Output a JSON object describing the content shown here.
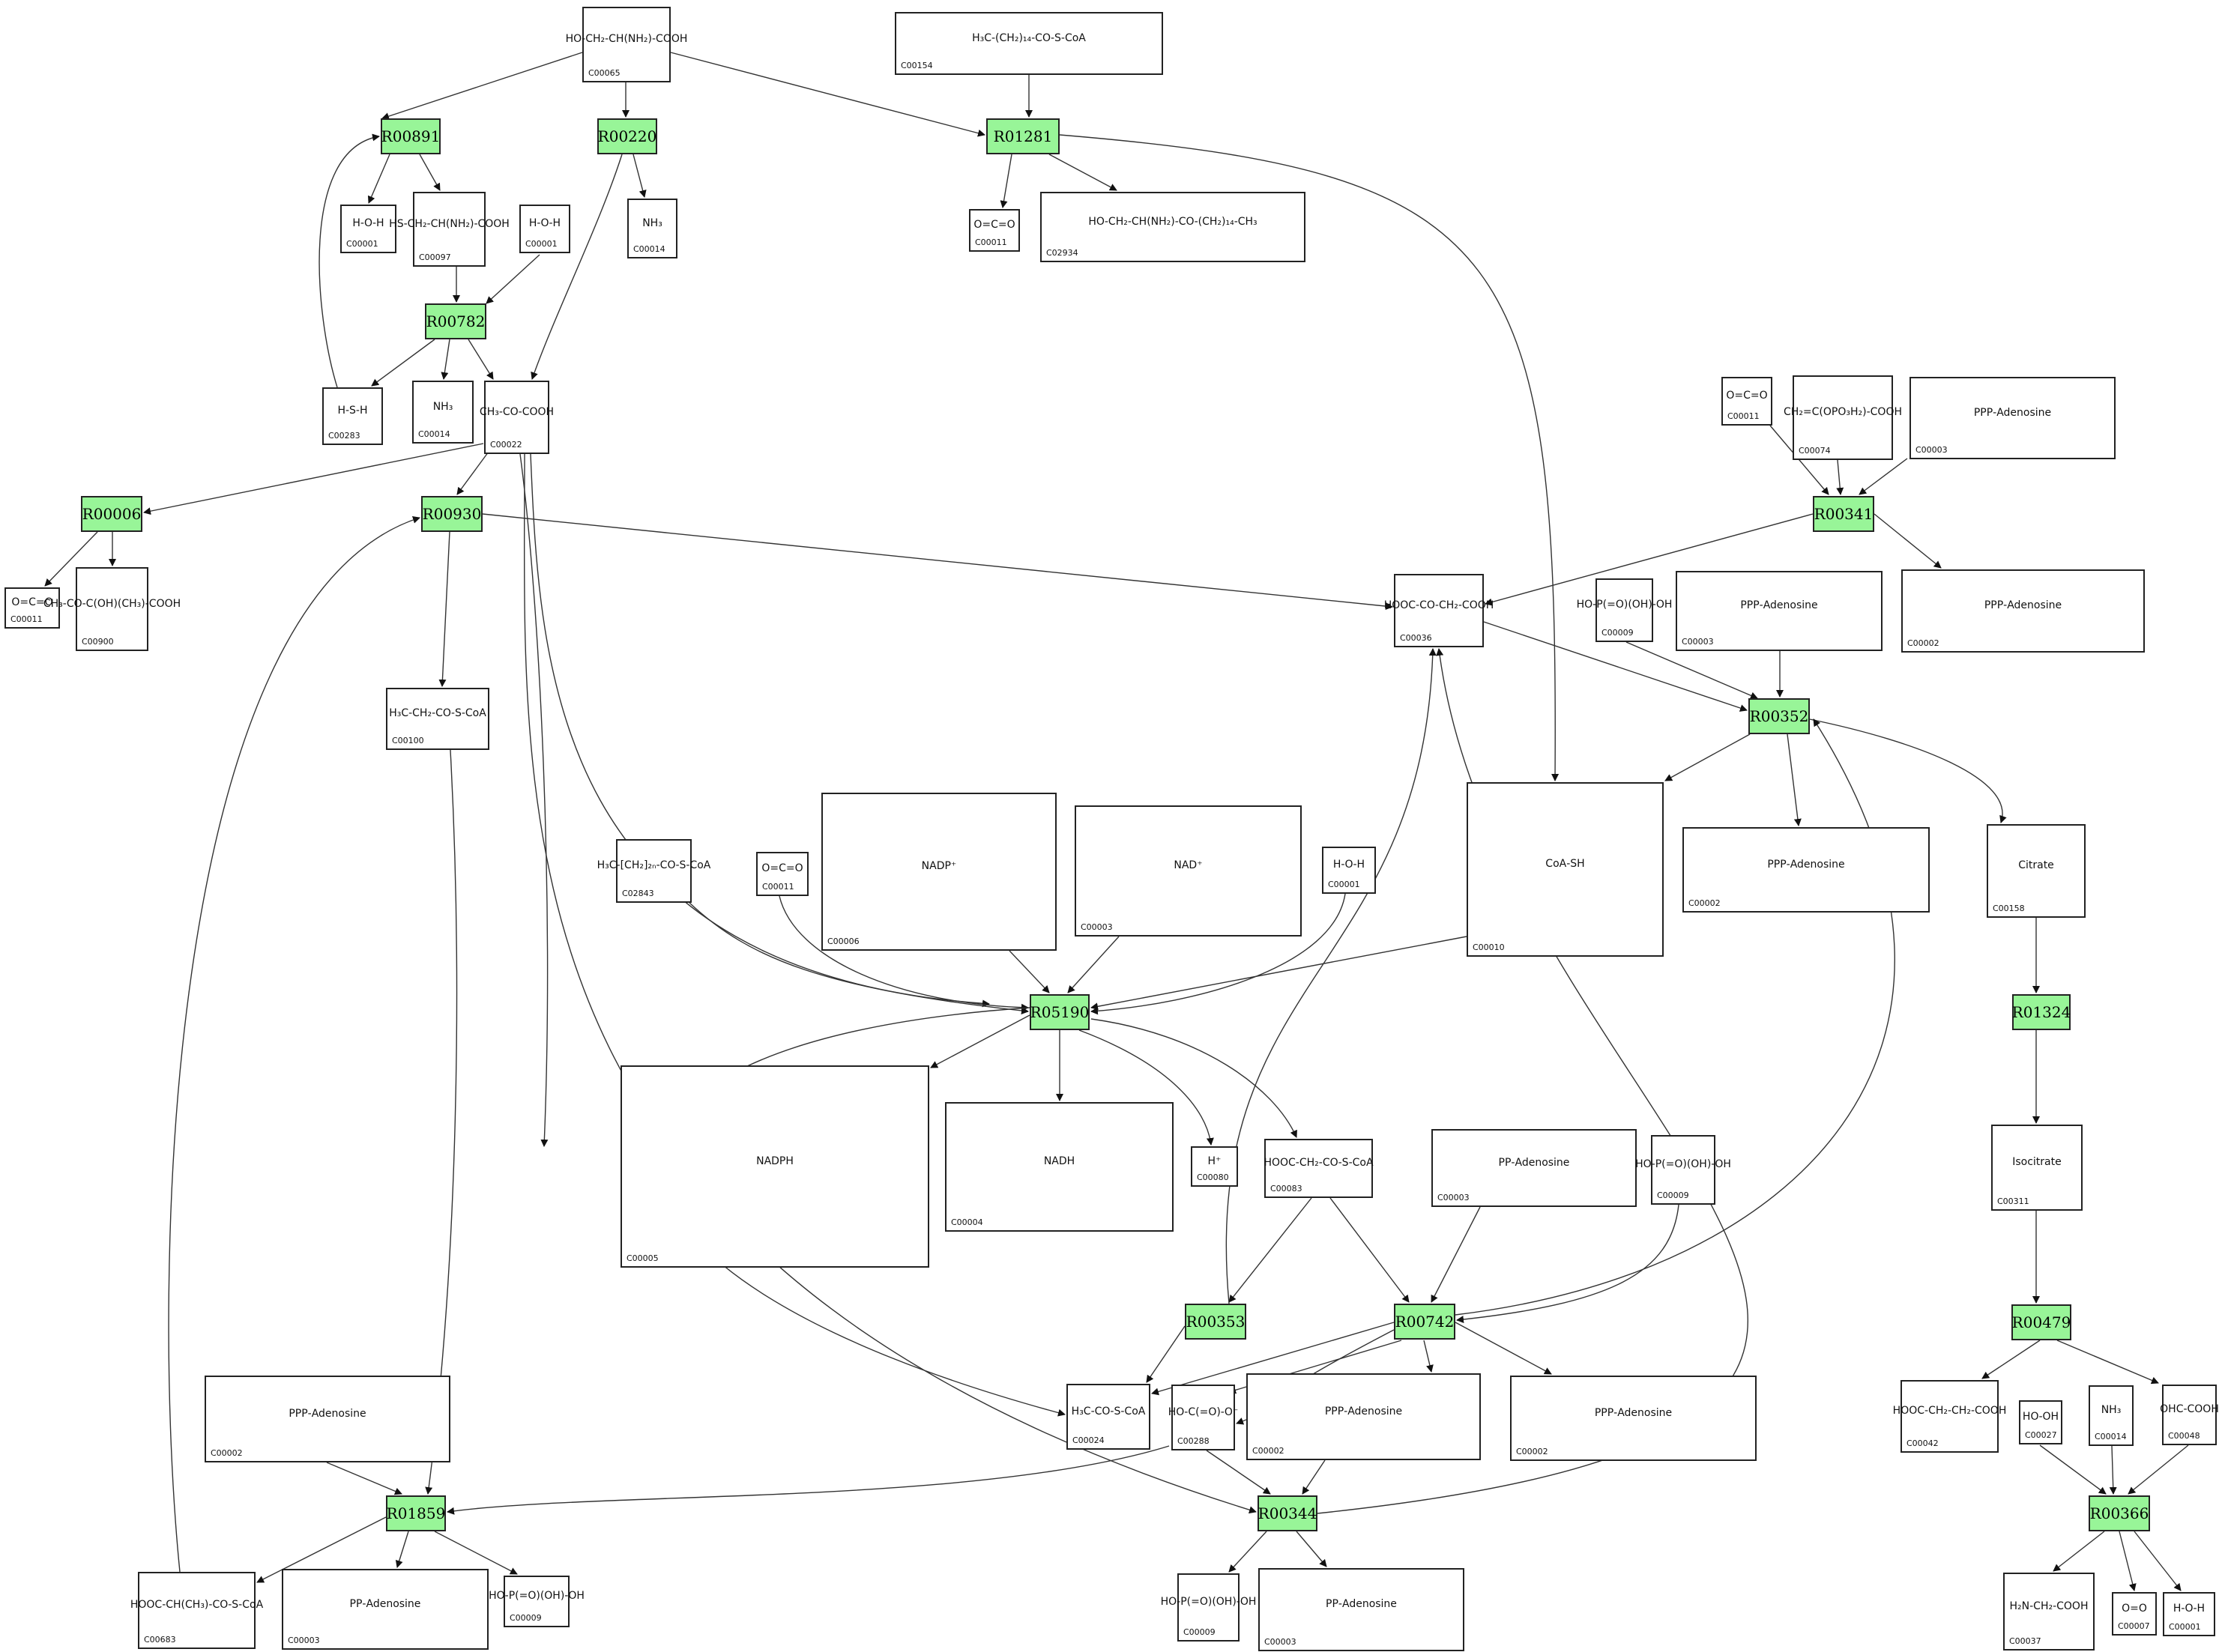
{
  "reactions": [
    "R00891",
    "R00220",
    "R01281",
    "R00782",
    "R00006",
    "R00930",
    "R00341",
    "R00352",
    "R05190",
    "R01324",
    "R00353",
    "R00742",
    "R00479",
    "R01859",
    "R00344",
    "R00366"
  ],
  "compounds": [
    {
      "id": "C00065",
      "mol": "HO‑CH₂‑CH(NH₂)‑COOH"
    },
    {
      "id": "C00154",
      "mol": "H₃C‑(CH₂)₁₄‑CO‑S‑CoA"
    },
    {
      "id": "C00001",
      "mol": "H‑O‑H"
    },
    {
      "id": "C00097",
      "mol": "HS‑CH₂‑CH(NH₂)‑COOH"
    },
    {
      "id": "C00001",
      "mol": "H‑O‑H"
    },
    {
      "id": "C00014",
      "mol": "NH₃"
    },
    {
      "id": "C00011",
      "mol": "O=C=O"
    },
    {
      "id": "C02934",
      "mol": "HO‑CH₂‑CH(NH₂)‑CO‑(CH₂)₁₄‑CH₃"
    },
    {
      "id": "C00283",
      "mol": "H‑S‑H"
    },
    {
      "id": "C00014",
      "mol": "NH₃"
    },
    {
      "id": "C00022",
      "mol": "CH₃‑CO‑COOH"
    },
    {
      "id": "C00011",
      "mol": "O=C=O"
    },
    {
      "id": "C00074",
      "mol": "CH₂=C(OPO₃H₂)‑COOH"
    },
    {
      "id": "C00003",
      "mol": "PPP‑Adenosine"
    },
    {
      "id": "C00011",
      "mol": "O=C=O"
    },
    {
      "id": "C00900",
      "mol": "CH₃‑CO‑C(OH)(CH₃)‑COOH"
    },
    {
      "id": "C00036",
      "mol": "HOOC‑CO‑CH₂‑COOH"
    },
    {
      "id": "C00009",
      "mol": "HO‑P(=O)(OH)‑OH"
    },
    {
      "id": "C00003",
      "mol": "PPP‑Adenosine"
    },
    {
      "id": "C00002",
      "mol": "PPP‑Adenosine"
    },
    {
      "id": "C00100",
      "mol": "H₃C‑CH₂‑CO‑S‑CoA"
    },
    {
      "id": "C02843",
      "mol": "H₃C‑[CH₂]₂ₙ‑CO‑S‑CoA"
    },
    {
      "id": "C00011",
      "mol": "O=C=O"
    },
    {
      "id": "C00006",
      "mol": "NADP⁺"
    },
    {
      "id": "C00003",
      "mol": "NAD⁺"
    },
    {
      "id": "C00001",
      "mol": "H‑O‑H"
    },
    {
      "id": "C00010",
      "mol": "CoA‑SH"
    },
    {
      "id": "C00002",
      "mol": "PPP‑Adenosine"
    },
    {
      "id": "C00158",
      "mol": "Citrate"
    },
    {
      "id": "C00005",
      "mol": "NADPH"
    },
    {
      "id": "C00004",
      "mol": "NADH"
    },
    {
      "id": "C00080",
      "mol": "H⁺"
    },
    {
      "id": "C00083",
      "mol": "HOOC‑CH₂‑CO‑S‑CoA"
    },
    {
      "id": "C00003",
      "mol": "PP‑Adenosine"
    },
    {
      "id": "C00009",
      "mol": "HO‑P(=O)(OH)‑OH"
    },
    {
      "id": "C00311",
      "mol": "Isocitrate"
    },
    {
      "id": "C00024",
      "mol": "H₃C‑CO‑S‑CoA"
    },
    {
      "id": "C00288",
      "mol": "HO‑C(=O)‑O⁻"
    },
    {
      "id": "C00002",
      "mol": "PPP‑Adenosine"
    },
    {
      "id": "C00002",
      "mol": "PPP‑Adenosine"
    },
    {
      "id": "C00042",
      "mol": "HOOC‑CH₂‑CH₂‑COOH"
    },
    {
      "id": "C00027",
      "mol": "HO‑OH"
    },
    {
      "id": "C00014",
      "mol": "NH₃"
    },
    {
      "id": "C00048",
      "mol": "OHC‑COOH"
    },
    {
      "id": "C00002",
      "mol": "PPP‑Adenosine"
    },
    {
      "id": "C00683",
      "mol": "HOOC‑CH(CH₃)‑CO‑S‑CoA"
    },
    {
      "id": "C00003",
      "mol": "PP‑Adenosine"
    },
    {
      "id": "C00009",
      "mol": "HO‑P(=O)(OH)‑OH"
    },
    {
      "id": "C00009",
      "mol": "HO‑P(=O)(OH)‑OH"
    },
    {
      "id": "C00003",
      "mol": "PP‑Adenosine"
    },
    {
      "id": "C00037",
      "mol": "H₂N‑CH₂‑COOH"
    },
    {
      "id": "C00007",
      "mol": "O=O"
    },
    {
      "id": "C00001",
      "mol": "H‑O‑H"
    }
  ]
}
